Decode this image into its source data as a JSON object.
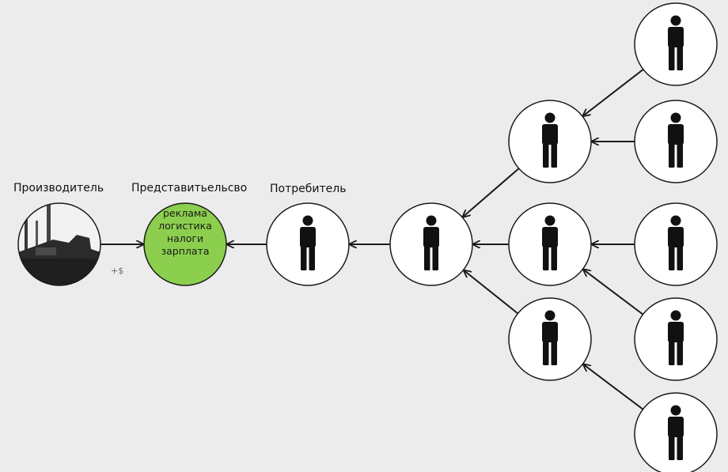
{
  "labels": {
    "producer": "Производитель",
    "representative": "Представитьельсво",
    "consumer": "Потребитель"
  },
  "representative_lines": [
    "реклама",
    "логистика",
    "налоги",
    "зарплата"
  ],
  "money_label": "+$",
  "colors": {
    "background": "#ececec",
    "green": "#8ccf4e",
    "circle_fill": "#ffffff",
    "stroke": "#1a1a1a"
  },
  "icons": {
    "person": "person-icon",
    "factory": "factory-icon"
  },
  "diagram": {
    "nodes": [
      {
        "id": "producer",
        "kind": "factory"
      },
      {
        "id": "representative",
        "kind": "green"
      },
      {
        "id": "consumer",
        "kind": "person"
      },
      {
        "id": "p1",
        "kind": "person"
      },
      {
        "id": "p2a",
        "kind": "person"
      },
      {
        "id": "p2b",
        "kind": "person"
      },
      {
        "id": "p2c",
        "kind": "person"
      },
      {
        "id": "p3a",
        "kind": "person"
      },
      {
        "id": "p3b",
        "kind": "person"
      },
      {
        "id": "p3c",
        "kind": "person"
      },
      {
        "id": "p3d",
        "kind": "person"
      },
      {
        "id": "p3e",
        "kind": "person"
      }
    ],
    "edges": [
      {
        "from": "producer",
        "to": "representative"
      },
      {
        "from": "consumer",
        "to": "representative"
      },
      {
        "from": "p1",
        "to": "consumer"
      },
      {
        "from": "p2a",
        "to": "p1"
      },
      {
        "from": "p2b",
        "to": "p1"
      },
      {
        "from": "p2c",
        "to": "p1"
      },
      {
        "from": "p3a",
        "to": "p2a"
      },
      {
        "from": "p3b",
        "to": "p2a"
      },
      {
        "from": "p3c",
        "to": "p2b"
      },
      {
        "from": "p3d",
        "to": "p2b"
      },
      {
        "from": "p3e",
        "to": "p2c"
      }
    ]
  }
}
